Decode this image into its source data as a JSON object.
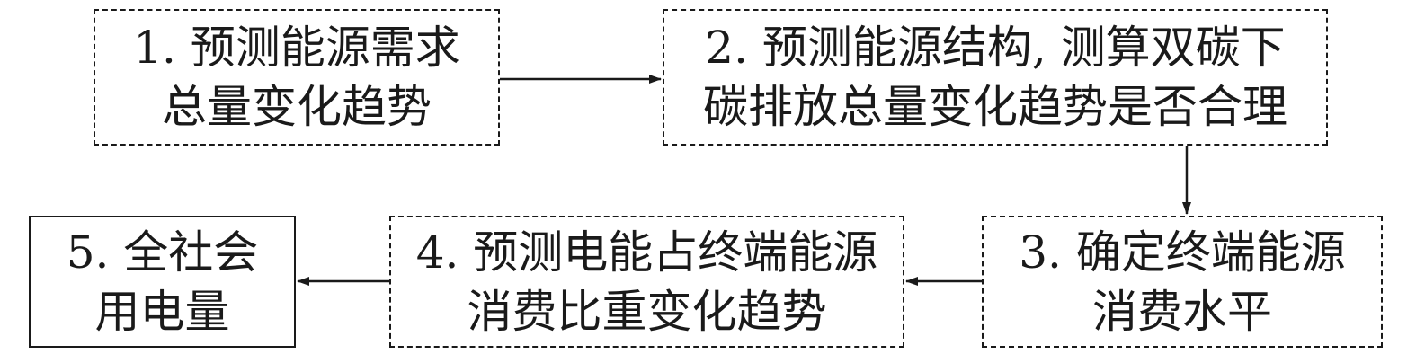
{
  "nodes": {
    "n1": {
      "line1": "1. 预测能源需求",
      "line2": "总量变化趋势"
    },
    "n2": {
      "line1": "2. 预测能源结构, 测算双碳下",
      "line2": "碳排放总量变化趋势是否合理"
    },
    "n3": {
      "line1": "3. 确定终端能源",
      "line2": "消费水平"
    },
    "n4": {
      "line1": "4. 预测电能占终端能源",
      "line2": "消费比重变化趋势"
    },
    "n5": {
      "line1": "5. 全社会",
      "line2": "用电量"
    }
  },
  "edges": [
    {
      "from": "n1",
      "to": "n2"
    },
    {
      "from": "n2",
      "to": "n3"
    },
    {
      "from": "n3",
      "to": "n4"
    },
    {
      "from": "n4",
      "to": "n5"
    }
  ]
}
